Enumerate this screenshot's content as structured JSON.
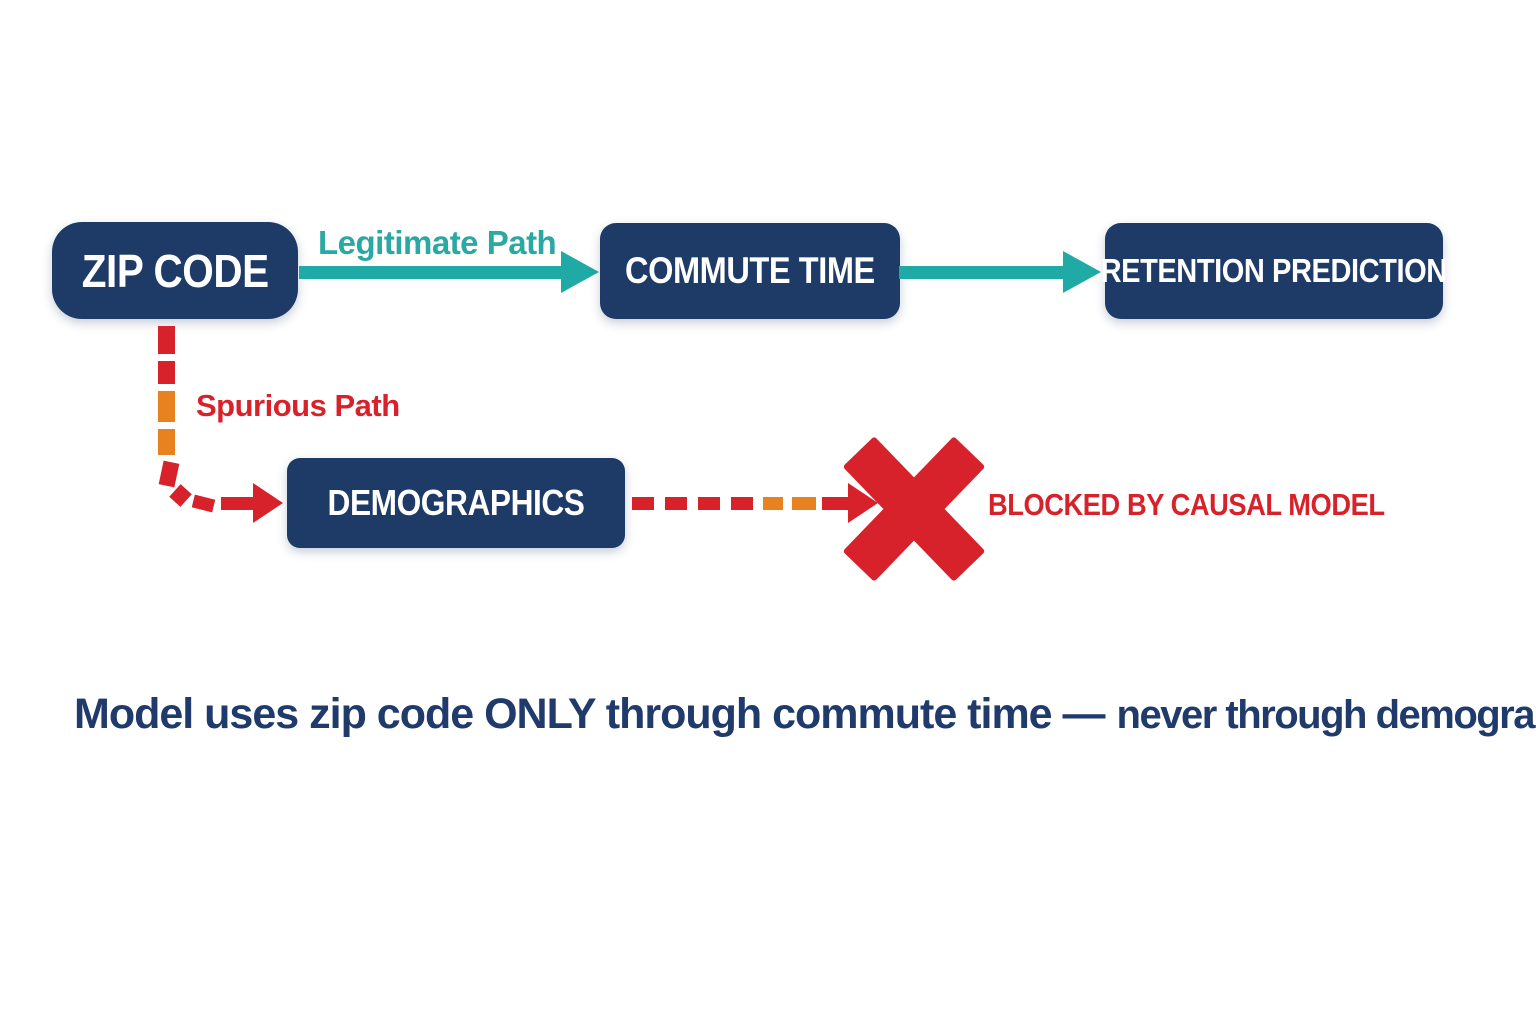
{
  "colors": {
    "node_bg": "#1e3a66",
    "teal_arrow": "#1faaa5",
    "teal_label": "#2aa8a2",
    "red": "#d7222b",
    "orange": "#e8811f",
    "caption_navy": "#1f3a6b",
    "background": "#ffffff"
  },
  "nodes": {
    "zip_code": "ZIP CODE",
    "commute_time": "COMMUTE TIME",
    "retention_prediction": "RETENTION PREDICTION",
    "demographics": "DEMOGRAPHICS"
  },
  "labels": {
    "legitimate_path": "Legitimate Path",
    "spurious_path": "Spurious Path",
    "blocked": "BLOCKED BY CAUSAL MODEL"
  },
  "caption": {
    "part1": "Model uses zip code ONLY through commute time —",
    "part2": "never through demographics."
  }
}
